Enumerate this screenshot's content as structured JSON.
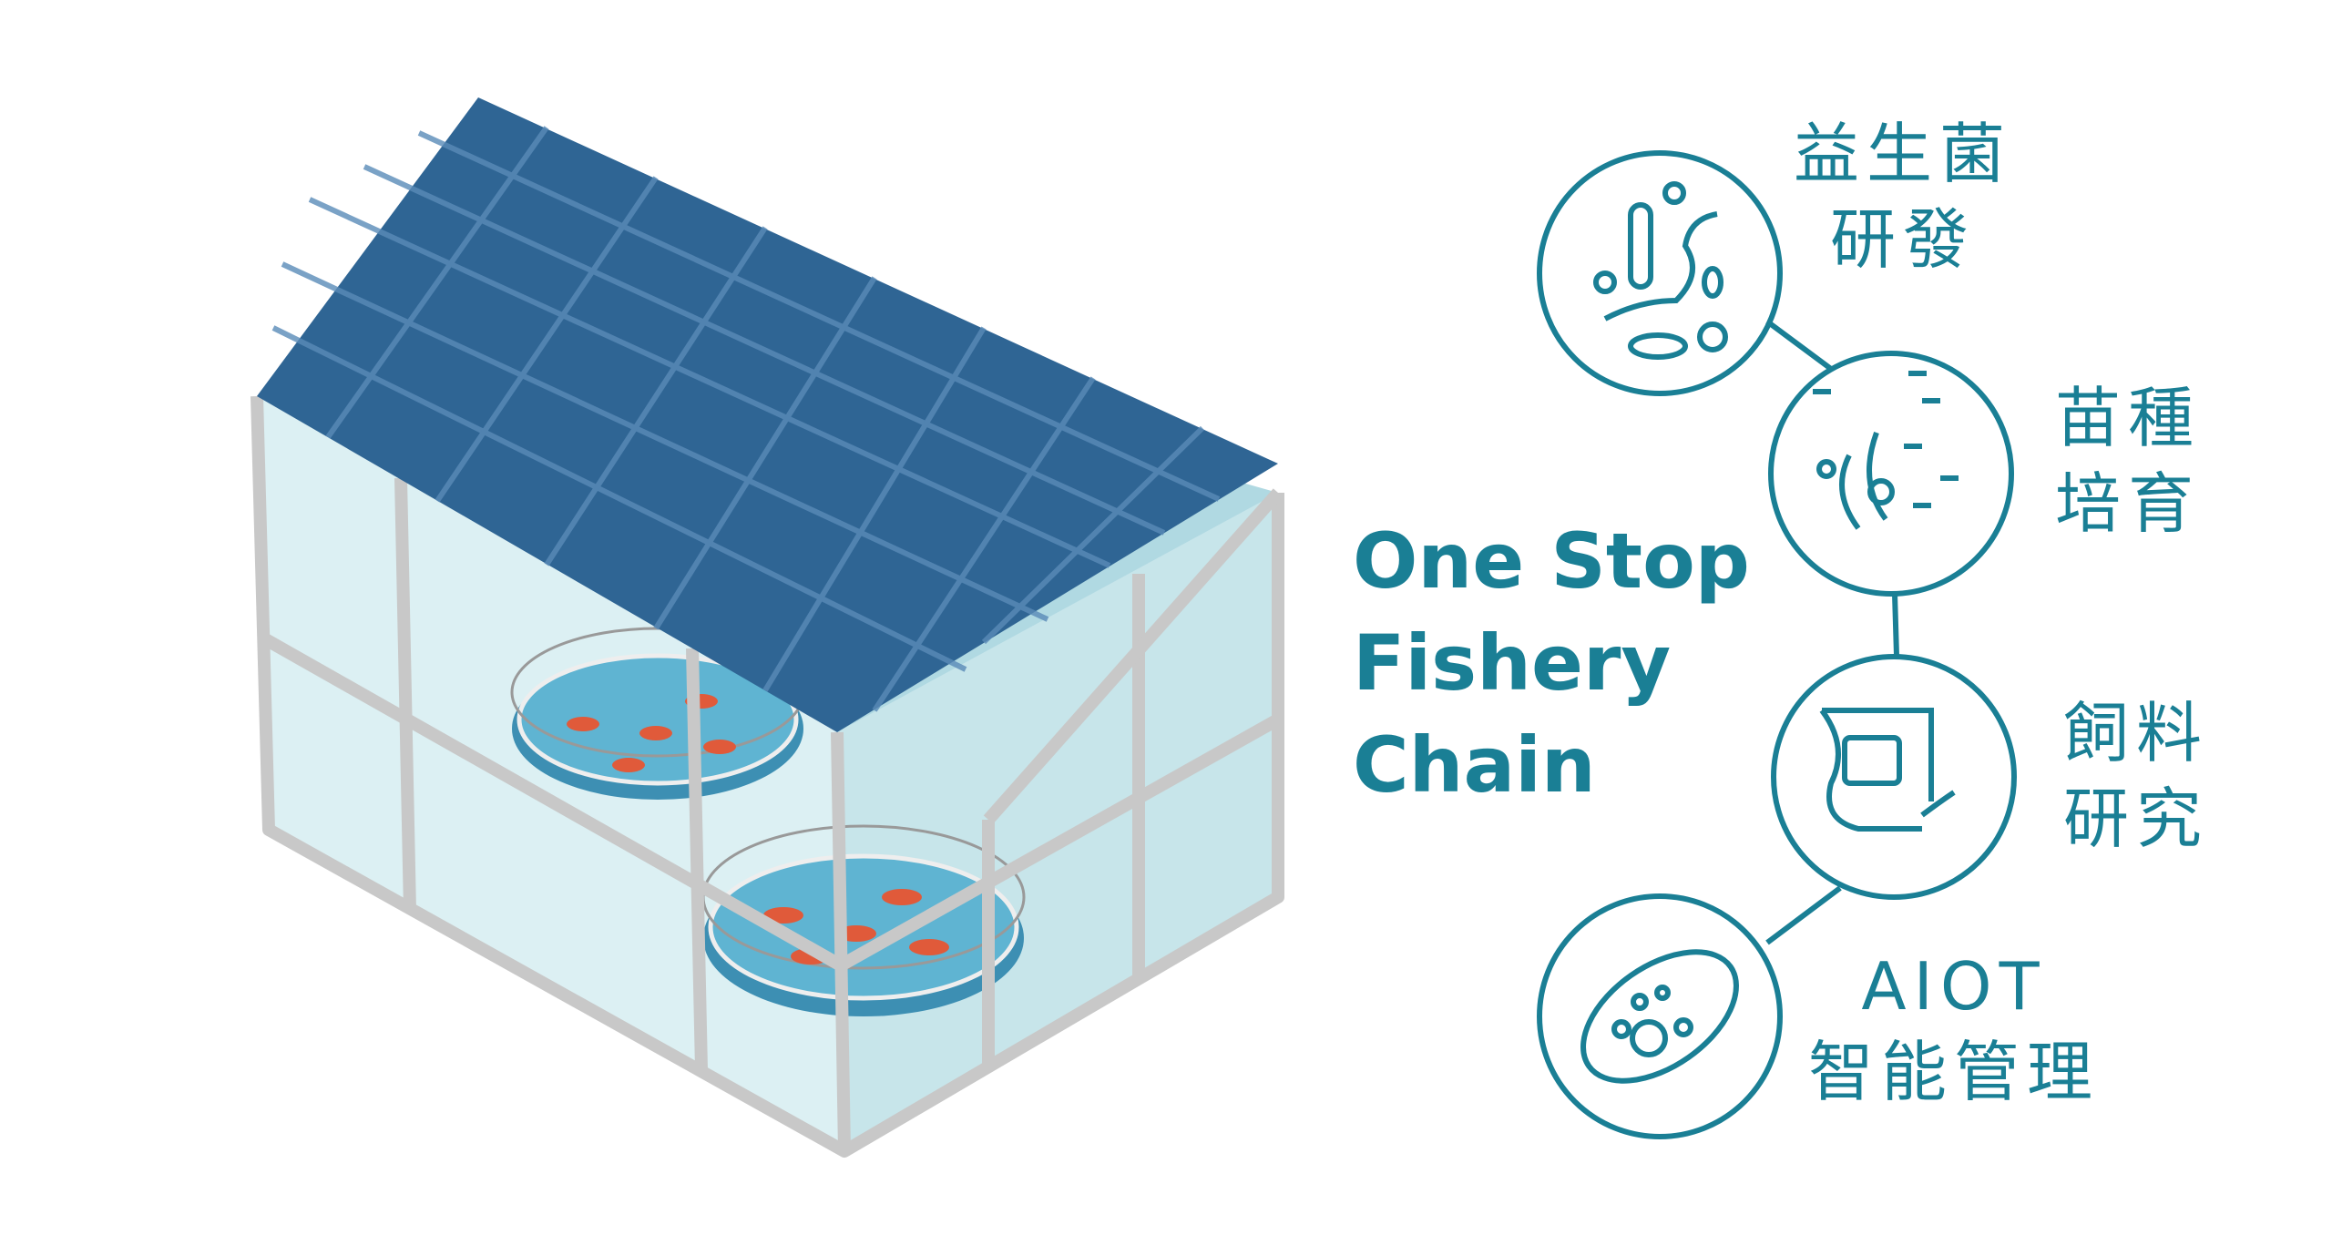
{
  "title": {
    "line1": "One Stop",
    "line2": "Fishery",
    "line3": "Chain"
  },
  "steps": [
    {
      "line1": "益生菌",
      "line2": "研發",
      "icon": "bacteria-icon"
    },
    {
      "line1": "苗種",
      "line2": "培育",
      "icon": "larvae-icon"
    },
    {
      "line1": "飼料",
      "line2": "研究",
      "icon": "feed-bag-icon"
    },
    {
      "line1": "AIOT",
      "line2": "智能管理",
      "icon": "microbe-icon"
    }
  ],
  "colors": {
    "accent": "#1a7f95",
    "roof": "#2f6594",
    "glass": "#a8d8e0",
    "frame": "#c8c8c8",
    "water": "#4aa6c4",
    "shrimp": "#e05a3a"
  }
}
